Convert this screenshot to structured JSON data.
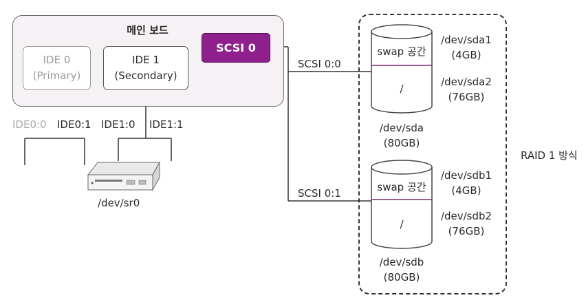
{
  "motherboard": {
    "title": "메인 보드",
    "ide0": {
      "line1": "IDE 0",
      "line2": "(Primary)"
    },
    "ide1": {
      "line1": "IDE 1",
      "line2": "(Secondary)"
    },
    "scsi0": "SCSI 0"
  },
  "ports": {
    "ide0_0": "IDE0:0",
    "ide0_1": "IDE0:1",
    "ide1_0": "IDE1:0",
    "ide1_1": "IDE1:1"
  },
  "cdrom": {
    "label": "/dev/sr0"
  },
  "scsi_links": {
    "link0": "SCSI 0:0",
    "link1": "SCSI 0:1"
  },
  "disks": [
    {
      "swap_label": "swap 공간",
      "root_label": "/",
      "name": "/dev/sda",
      "size": "(80GB)",
      "part1_name": "/dev/sda1",
      "part1_size": "(4GB)",
      "part2_name": "/dev/sda2",
      "part2_size": "(76GB)"
    },
    {
      "swap_label": "swap 공간",
      "root_label": "/",
      "name": "/dev/sdb",
      "size": "(80GB)",
      "part1_name": "/dev/sdb1",
      "part1_size": "(4GB)",
      "part2_name": "/dev/sdb2",
      "part2_size": "(76GB)"
    }
  ],
  "raid_label": "RAID 1 방식",
  "colors": {
    "scsi_accent": "#8e1f8c",
    "board_bg": "#f6f1f5",
    "swap_divider": "#7a2a6e"
  }
}
